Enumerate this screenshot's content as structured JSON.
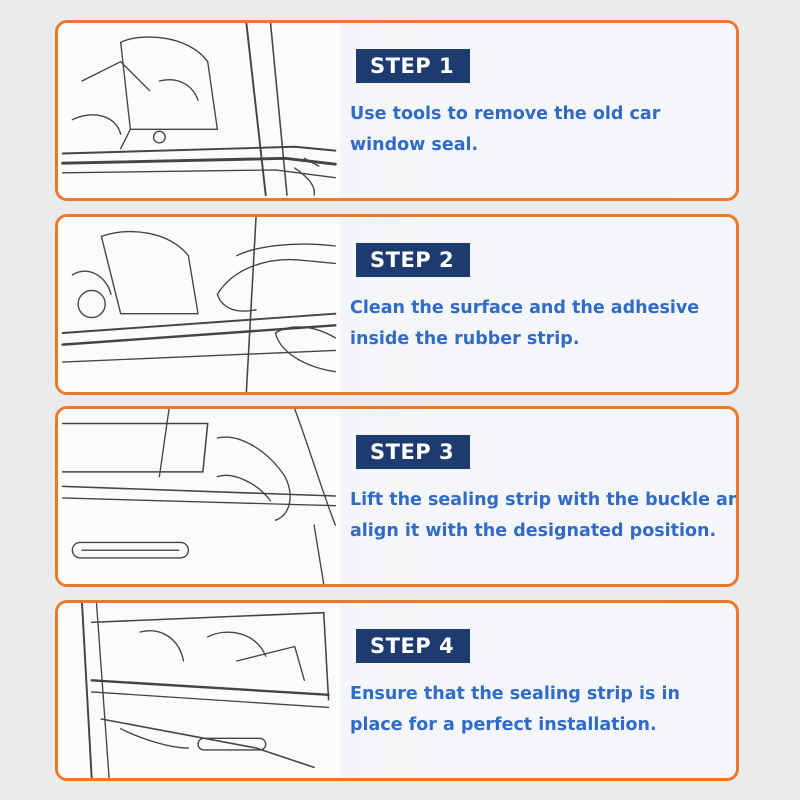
{
  "steps": [
    {
      "label": "STEP 1",
      "line1": "Use tools to remove the old car",
      "line2": "window seal."
    },
    {
      "label": "STEP 2",
      "line1": "Clean the surface and the adhesive",
      "line2": "inside the rubber strip."
    },
    {
      "label": "STEP 3",
      "line1": "Lift the sealing strip with the buckle and",
      "line2": "align it with the designated position."
    },
    {
      "label": "STEP 4",
      "line1": "Ensure that the sealing strip is in",
      "line2": "place for a perfect installation."
    }
  ],
  "colors": {
    "card_border": "#ea7a2a",
    "badge_background": "#1d3b6e",
    "badge_text": "#ffffff",
    "description_text": "#2f6bc7",
    "page_background": "#ebebeb"
  },
  "icons": {
    "step1": "car-interior-seal-removal-illustration",
    "step2": "hands-cleaning-strip-illustration",
    "step3": "door-handle-strip-alignment-illustration",
    "step4": "car-door-seal-installed-illustration"
  }
}
